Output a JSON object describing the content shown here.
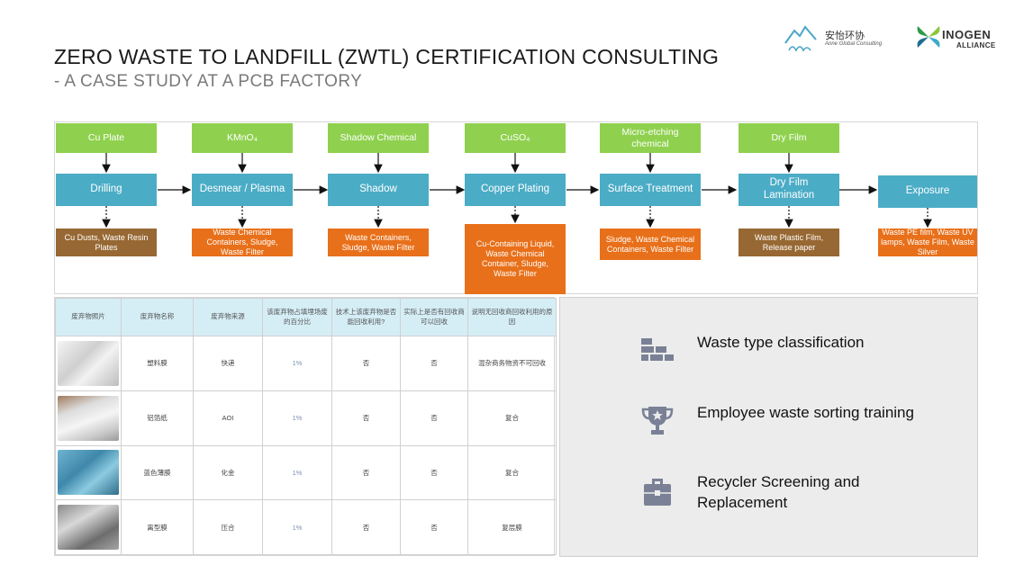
{
  "header": {
    "title": "ZERO WASTE TO LANDFILL  (ZWTL)  CERTIFICATION CONSULTING",
    "subtitle": "- A CASE STUDY AT A PCB FACTORY"
  },
  "logos": {
    "anne": {
      "cn": "安怡环协",
      "en": "Anne Global Consulting"
    },
    "inogen": {
      "name": "INOGEN",
      "sub": "ALLIANCE"
    }
  },
  "flow": {
    "stages": [
      {
        "input": "Cu Plate",
        "process": "Drilling",
        "output": "Cu Dusts, Waste Resin Plates",
        "output_color": "brown"
      },
      {
        "input": "KMnO₄",
        "process": "Desmear / Plasma",
        "output": "Waste Chemical Containers, Sludge, Waste Filter",
        "output_color": "orange"
      },
      {
        "input": "Shadow Chemical",
        "process": "Shadow",
        "output": "Waste Containers, Sludge, Waste Filter",
        "output_color": "orange"
      },
      {
        "input": "CuSO₄",
        "process": "Copper Plating",
        "output": "Cu-Containing Liquid, Waste Chemical Container, Sludge, Waste Filter",
        "output_color": "orange"
      },
      {
        "input": "Micro-etching chemical",
        "process": "Surface Treatment",
        "output": "Sludge, Waste Chemical Containers, Waste Filter",
        "output_color": "orange"
      },
      {
        "input": "Dry Film",
        "process": "Dry Film Lamination",
        "output": "Waste Plastic Film, Release paper",
        "output_color": "brown"
      },
      {
        "input": "",
        "process": "Exposure",
        "output": "Waste PE film, Waste UV lamps, Waste Film, Waste Silver",
        "output_color": "orange"
      }
    ],
    "colors": {
      "input": "#8fd14f",
      "process": "#4bacc6",
      "brown": "#976833",
      "orange": "#e8701a"
    }
  },
  "waste_table": {
    "headers": [
      "废弃物照片",
      "废弃物名称",
      "废弃物来源",
      "该废弃物占填埋场废的百分比",
      "技术上该废弃物是否能回收利用?",
      "实际上是否有回收商可以回收",
      "说明无回收商回收利用的原因"
    ],
    "rows": [
      {
        "photo": "plastic-film-photo",
        "name": "塑料膜",
        "source": "快递",
        "percent": "1%",
        "tech": "否",
        "actual": "否",
        "reason": "混杂商务物资不可回收"
      },
      {
        "photo": "aluminum-foil-photo",
        "name": "铝箔纸",
        "source": "AOI",
        "percent": "1%",
        "tech": "否",
        "actual": "否",
        "reason": "复合"
      },
      {
        "photo": "blue-film-photo",
        "name": "蓝色薄膜",
        "source": "化金",
        "percent": "1%",
        "tech": "否",
        "actual": "否",
        "reason": "复合"
      },
      {
        "photo": "release-film-photo",
        "name": "离型膜",
        "source": "压合",
        "percent": "1%",
        "tech": "否",
        "actual": "否",
        "reason": "复层膜"
      }
    ]
  },
  "actions": {
    "items": [
      {
        "icon": "brick-icon",
        "label": "Waste type classification"
      },
      {
        "icon": "trophy-icon",
        "label": "Employee waste sorting training"
      },
      {
        "icon": "briefcase-icon",
        "label": "Recycler Screening and Replacement"
      }
    ],
    "icon_color": "#7a8196"
  }
}
